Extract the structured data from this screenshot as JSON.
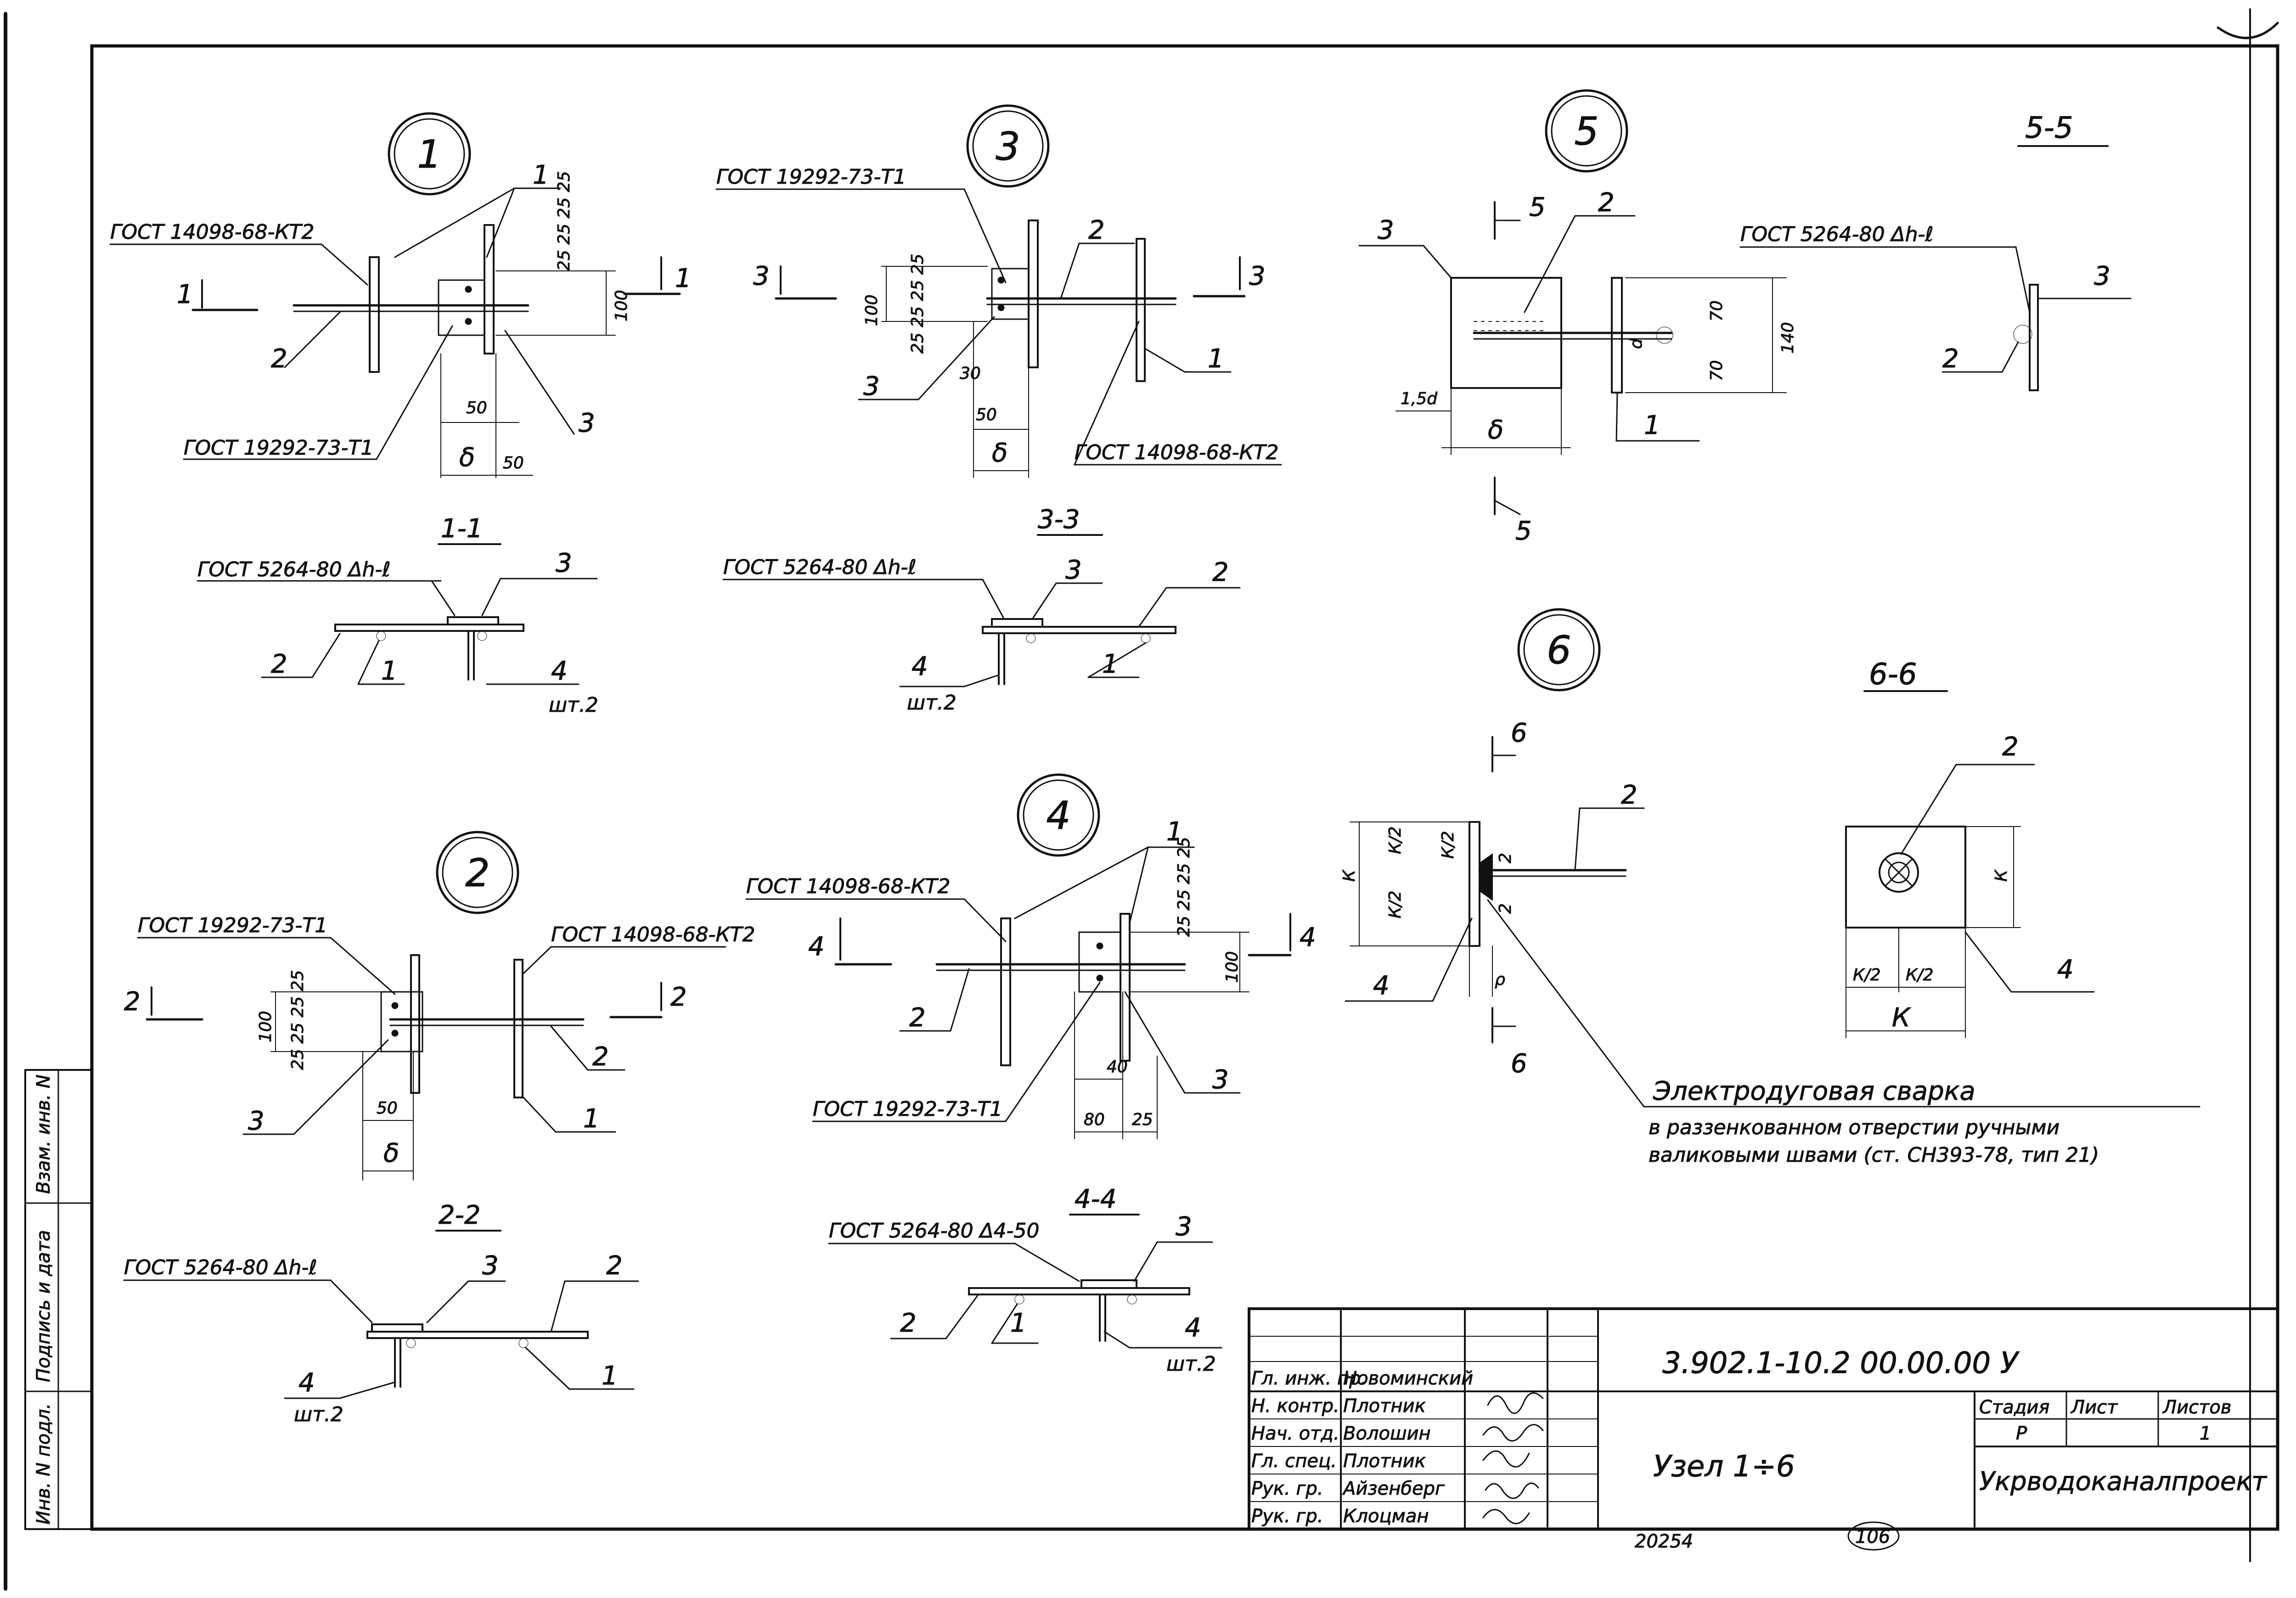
{
  "side_stamp": {
    "inv_no": "Инв. N подл.",
    "signature_date": "Подпись и дата",
    "replace_inv": "Взам. инв. N"
  },
  "nodes": [
    {
      "number": "1",
      "gost_a": "ГОСТ 14098-68-КТ2",
      "gost_b": "ГОСТ 19292-73-Т1",
      "pos1": "1",
      "pos2": "2",
      "pos3": "3",
      "section_mark": "1",
      "dim_100": "100",
      "dim_stack": "25 25 25 25",
      "dim_50": "50",
      "delta": "δ"
    },
    {
      "number": "3",
      "gost_a": "ГОСТ 19292-73-Т1",
      "gost_b": "ГОСТ 14098-68-КТ2",
      "pos1": "1",
      "pos2": "2",
      "pos3": "3",
      "section_mark": "3",
      "dim_100": "100",
      "dim_stack": "25 25 25 25",
      "dim_30": "30",
      "dim_50": "50",
      "delta": "δ"
    },
    {
      "number": "5",
      "pos1": "1",
      "pos2": "2",
      "pos3": "3",
      "section_mark": "5",
      "d": "d",
      "dim_70": "70",
      "dim_140": "140",
      "dim_15d": "1,5d",
      "delta": "δ"
    },
    {
      "number": "6",
      "pos2": "2",
      "pos4": "4",
      "section_mark": "6",
      "k": "К",
      "k_half": "К/2",
      "dim_2": "2",
      "rho": "ρ",
      "weld_title": "Электродуговая сварка",
      "weld_line1": "в раззенкованном отверстии ручными",
      "weld_line2": "валиковыми швами (ст. СН393-78, тип 21)"
    },
    {
      "number": "2",
      "gost_a": "ГОСТ 19292-73-Т1",
      "gost_b": "ГОСТ 14098-68-КТ2",
      "pos1": "1",
      "pos2": "2",
      "pos3": "3",
      "section_mark": "2",
      "dim_100": "100",
      "dim_stack": "25 25 25 25",
      "dim_50": "50",
      "delta": "δ"
    },
    {
      "number": "4",
      "gost_a": "ГОСТ 14098-68-КТ2",
      "gost_b": "ГОСТ 19292-73-Т1",
      "pos1": "1",
      "pos2": "2",
      "pos3": "3",
      "section_mark": "4",
      "dim_100": "100",
      "dim_stack": "25 25 25 25",
      "dim_40": "40",
      "dim_80": "80",
      "dim_25": "25"
    }
  ],
  "sections": [
    {
      "title": "1-1",
      "gost": "ГОСТ 5264-80 Δh-ℓ",
      "pos1": "1",
      "pos2": "2",
      "pos3": "3",
      "pos4": "4",
      "qty": "шт.2"
    },
    {
      "title": "3-3",
      "gost": "ГОСТ 5264-80 Δh-ℓ",
      "pos1": "1",
      "pos2": "2",
      "pos3": "3",
      "pos4": "4",
      "qty": "шт.2"
    },
    {
      "title": "5-5",
      "gost": "ГОСТ 5264-80 Δh-ℓ",
      "pos2": "2",
      "pos3": "3"
    },
    {
      "title": "6-6",
      "pos2": "2",
      "pos4": "4",
      "k": "К",
      "k_half": "К/2"
    },
    {
      "title": "2-2",
      "gost": "ГОСТ 5264-80 Δh-ℓ",
      "pos1": "1",
      "pos2": "2",
      "pos3": "3",
      "pos4": "4",
      "qty": "шт.2"
    },
    {
      "title": "4-4",
      "gost": "ГОСТ 5264-80 Δ4-50",
      "pos1": "1",
      "pos2": "2",
      "pos3": "3",
      "pos4": "4",
      "qty": "шт.2"
    }
  ],
  "title_block": {
    "doc_code": "3.902.1-10.2 00.00.00 У",
    "drawing_title": "Узел 1÷6",
    "stage_label": "Стадия",
    "sheet_label": "Лист",
    "sheets_label": "Листов",
    "stage": "Р",
    "sheets": "1",
    "organization": "Укрводоканалпроект",
    "archive_no": "20254",
    "page_mark": "106",
    "rows": [
      {
        "role": "Гл. инж. пр.",
        "name": "Новоминский"
      },
      {
        "role": "Н. контр.",
        "name": "Плотник"
      },
      {
        "role": "Нач. отд.",
        "name": "Волошин"
      },
      {
        "role": "Гл. спец.",
        "name": "Плотник"
      },
      {
        "role": "Рук. гр.",
        "name": "Айзенберг"
      },
      {
        "role": "Рук. гр.",
        "name": "Клоцман"
      }
    ]
  }
}
